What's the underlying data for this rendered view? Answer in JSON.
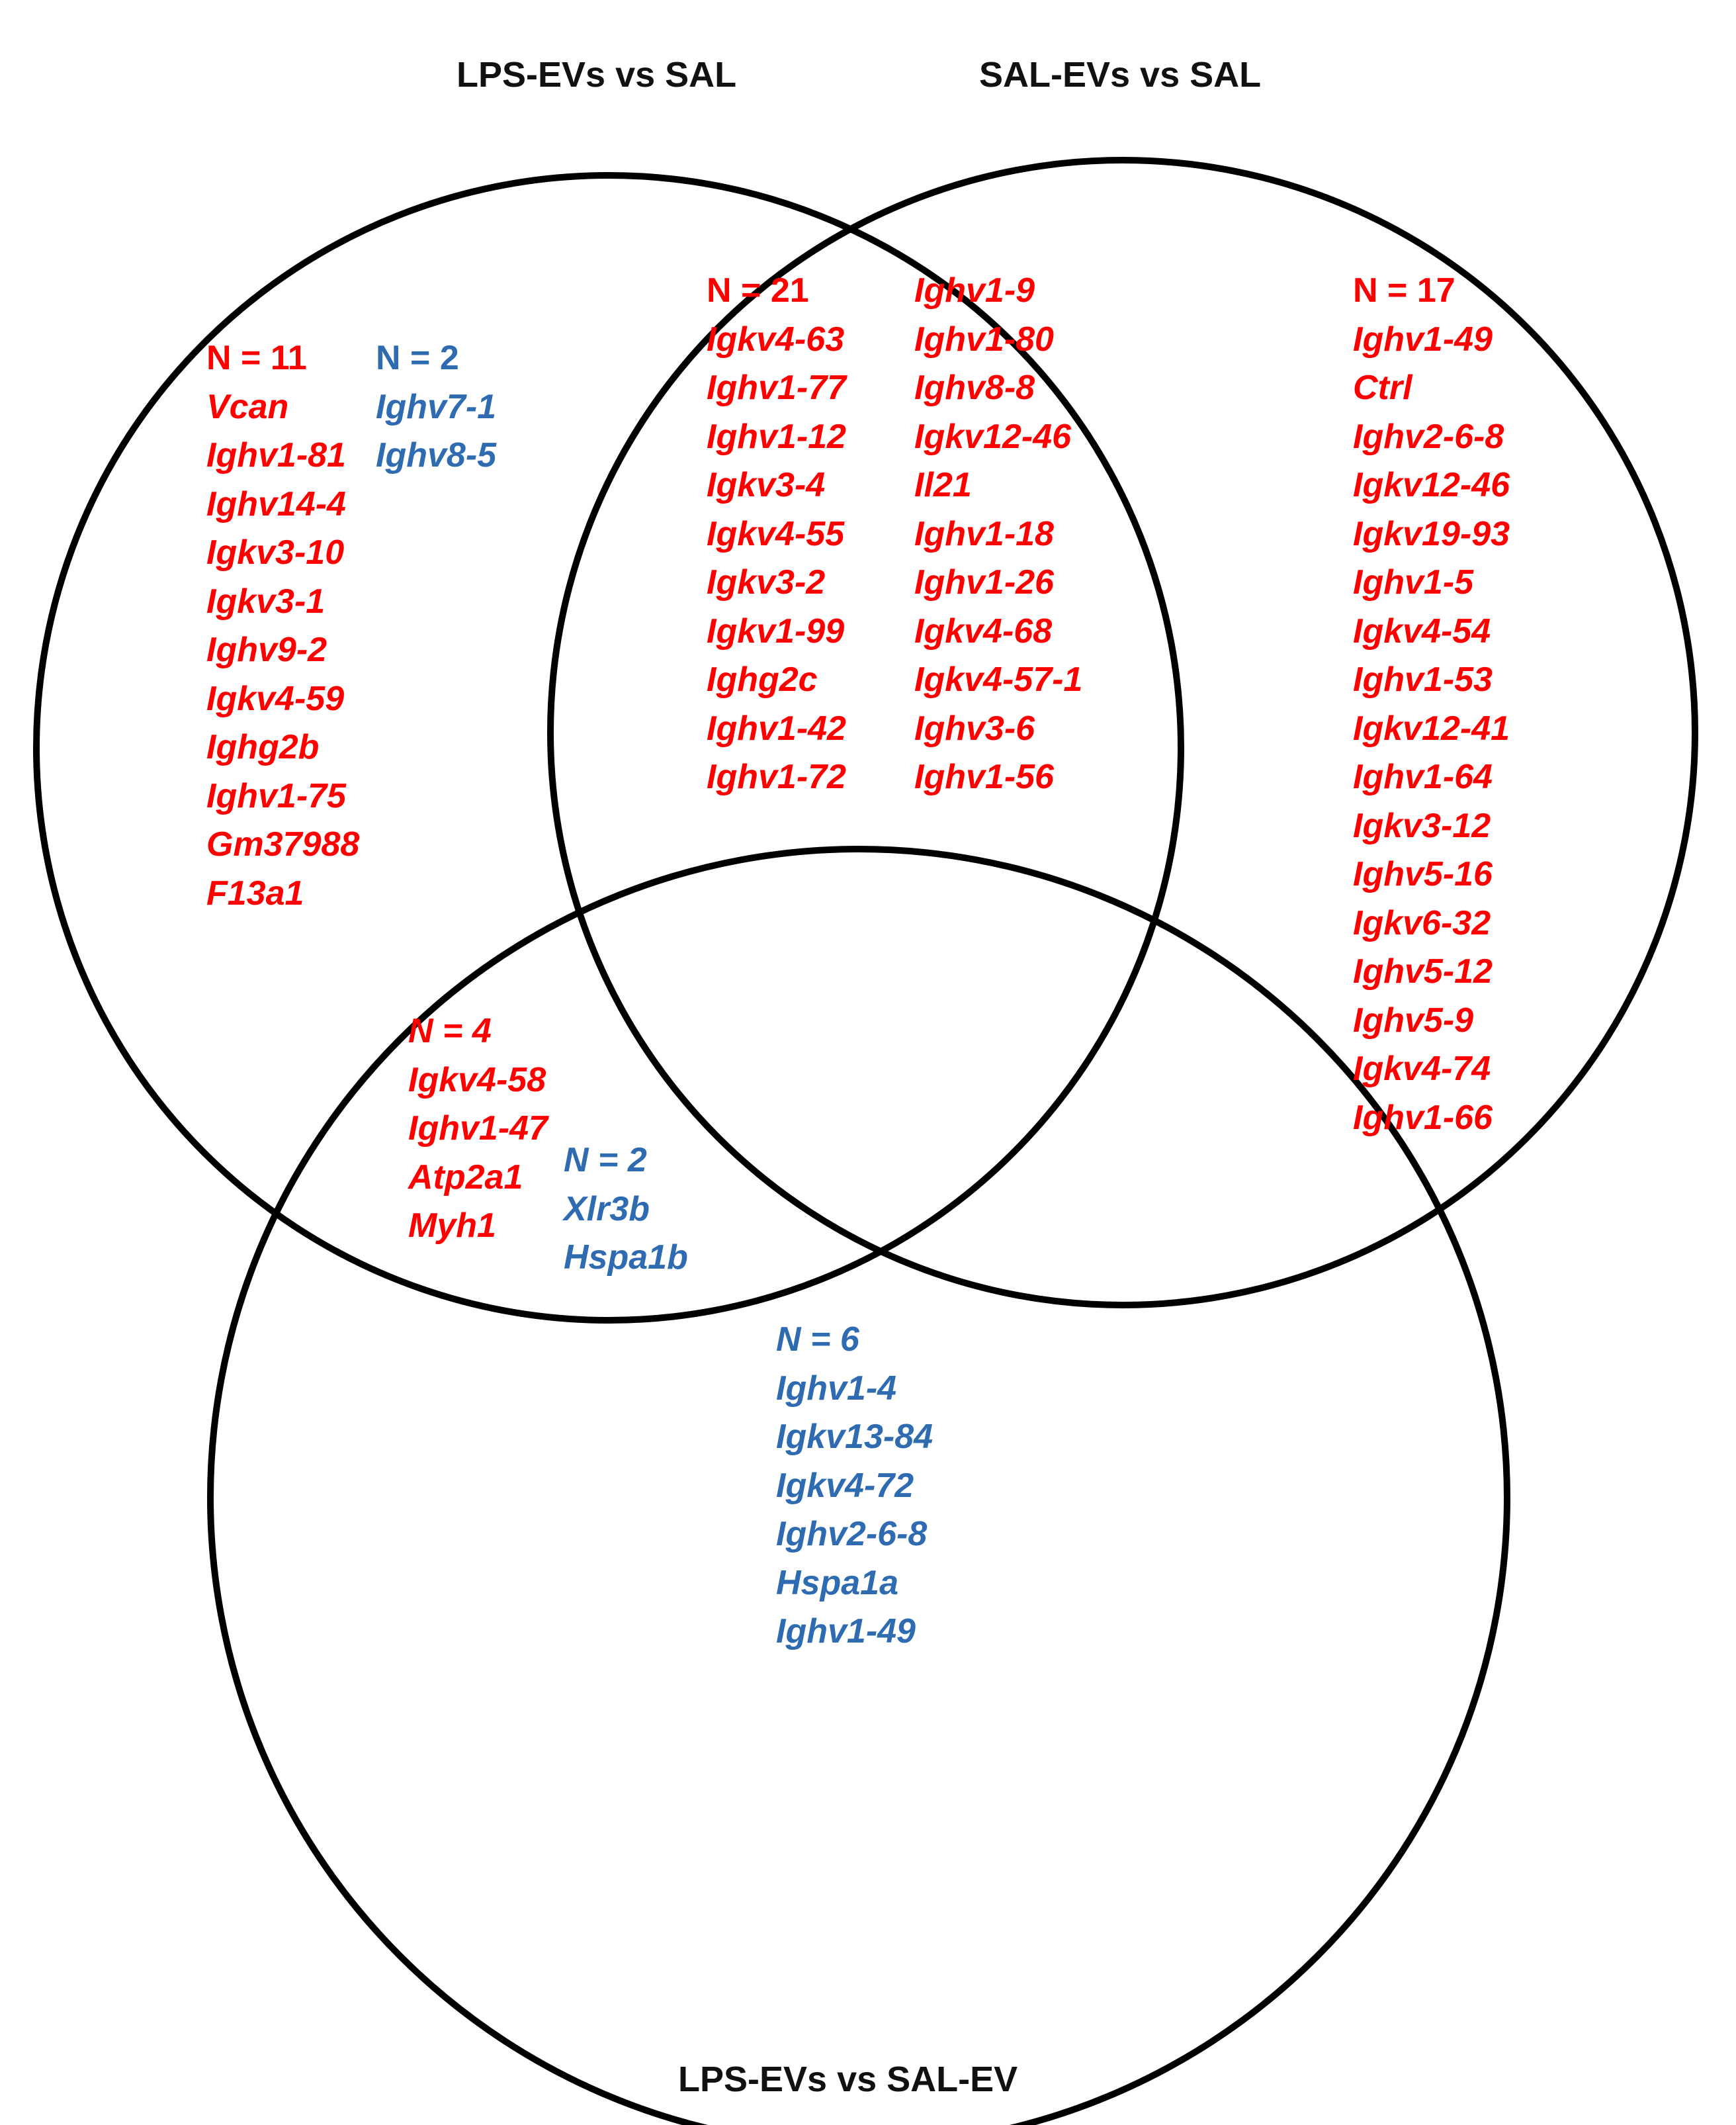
{
  "set_titles": {
    "lps_evs_vs_sal": "LPS-EVs vs SAL",
    "sal_evs_vs_sal": "SAL-EVs vs SAL",
    "lps_evs_vs_sal_ev": "LPS-EVs vs SAL-EV"
  },
  "colors": {
    "up": "#ff0000",
    "down": "#2e6bb0",
    "outline": "#000000"
  },
  "regions": {
    "lps_only_up": {
      "count": "N = 11",
      "genes": [
        "Vcan",
        "Ighv1-81",
        "Ighv14-4",
        "Igkv3-10",
        "Igkv3-1",
        "Ighv9-2",
        "Igkv4-59",
        "Ighg2b",
        "Ighv1-75",
        "Gm37988",
        "F13a1"
      ]
    },
    "lps_only_down": {
      "count": "N = 2",
      "genes": [
        "Ighv7-1",
        "Ighv8-5"
      ]
    },
    "lps_sal_overlap_up_a": {
      "count": "N = 21",
      "genes": [
        "Igkv4-63",
        "Ighv1-77",
        "Ighv1-12",
        "Igkv3-4",
        "Igkv4-55",
        "Igkv3-2",
        "Igkv1-99",
        "Ighg2c",
        "Ighv1-42",
        "Ighv1-72"
      ]
    },
    "lps_sal_overlap_up_b": {
      "genes": [
        "Ighv1-9",
        "Ighv1-80",
        "Ighv8-8",
        "Igkv12-46",
        "Il21",
        "Ighv1-18",
        "Ighv1-26",
        "Igkv4-68",
        "Igkv4-57-1",
        "Ighv3-6",
        "Ighv1-56"
      ]
    },
    "sal_only_up": {
      "count": "N = 17",
      "genes": [
        "Ighv1-49",
        "Ctrl",
        "Ighv2-6-8",
        "Igkv12-46",
        "Igkv19-93",
        "Ighv1-5",
        "Igkv4-54",
        "Ighv1-53",
        "Igkv12-41",
        "Ighv1-64",
        "Igkv3-12",
        "Ighv5-16",
        "Igkv6-32",
        "Ighv5-12",
        "Ighv5-9",
        "Igkv4-74",
        "Ighv1-66"
      ]
    },
    "lps_ev_overlap_up": {
      "count": "N = 4",
      "genes": [
        "Igkv4-58",
        "Ighv1-47",
        "Atp2a1",
        "Myh1"
      ]
    },
    "lps_ev_overlap_down": {
      "count": "N = 2",
      "genes": [
        "Xlr3b",
        "Hspa1b"
      ]
    },
    "ev_only_down": {
      "count": "N = 6",
      "genes": [
        "Ighv1-4",
        "Igkv13-84",
        "Igkv4-72",
        "Ighv2-6-8",
        "Hspa1a",
        "Ighv1-49"
      ]
    }
  }
}
